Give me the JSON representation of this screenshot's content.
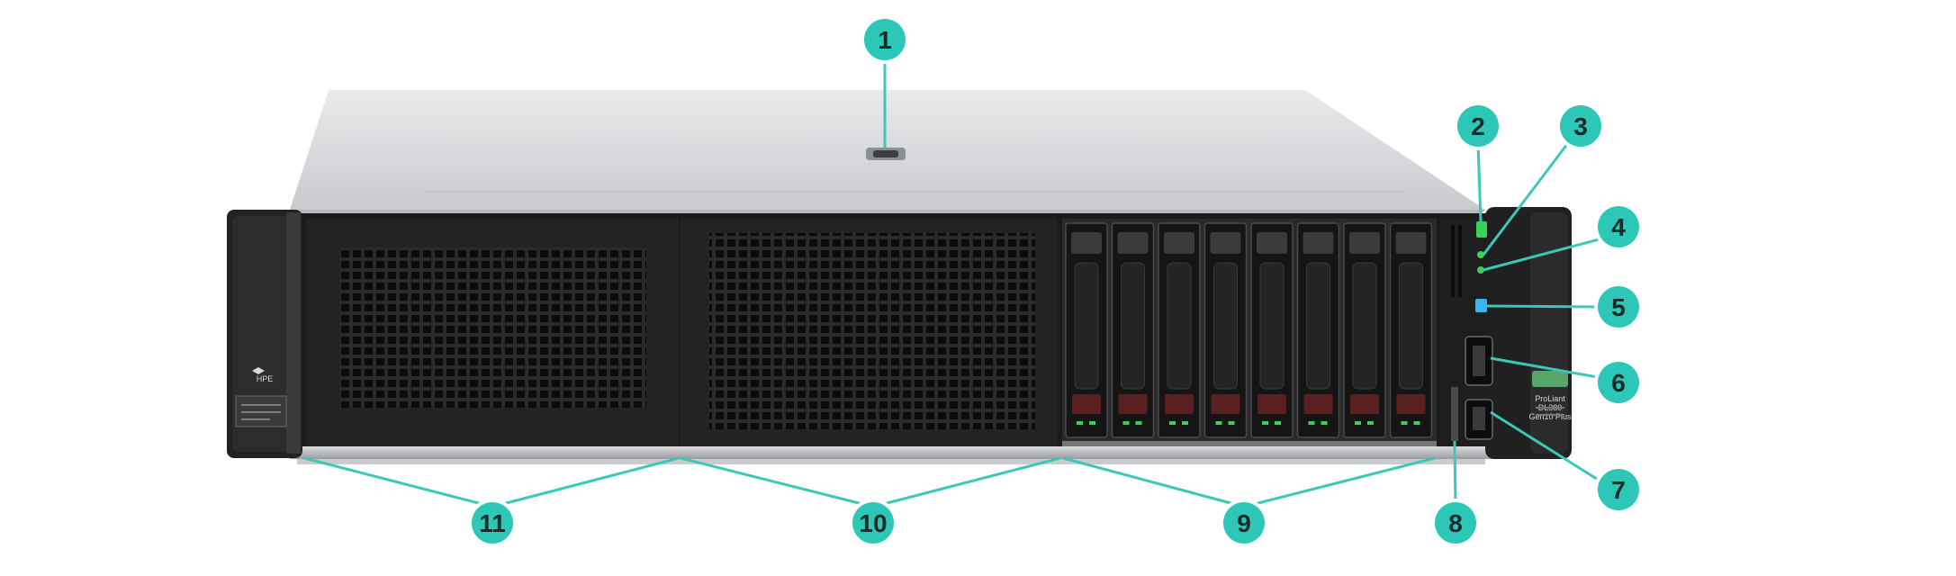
{
  "callouts": [
    {
      "id": "1",
      "label": "1"
    },
    {
      "id": "2",
      "label": "2"
    },
    {
      "id": "3",
      "label": "3"
    },
    {
      "id": "4",
      "label": "4"
    },
    {
      "id": "5",
      "label": "5"
    },
    {
      "id": "6",
      "label": "6"
    },
    {
      "id": "7",
      "label": "7"
    },
    {
      "id": "8",
      "label": "8"
    },
    {
      "id": "9",
      "label": "9"
    },
    {
      "id": "10",
      "label": "10"
    },
    {
      "id": "11",
      "label": "11"
    }
  ],
  "colors": {
    "callout_fill": "#2cc7b6",
    "callout_ring": "#ffffff",
    "leader_line": "#3cc8b8",
    "chassis_top": "#d7d9dc",
    "front_panel": "#1b1b1c",
    "led_green": "#39d353",
    "led_blue": "#38b6f0"
  },
  "icons": {
    "hpe_logo": "hpe-logo-icon",
    "uid_button": "uid-button-icon",
    "usb_port": "usb-port-icon"
  },
  "drive_bays": {
    "count": 8
  },
  "right_ear_text": "ProLiant\nDL380\nGen10 Plus",
  "left_ear_text": "HPE"
}
